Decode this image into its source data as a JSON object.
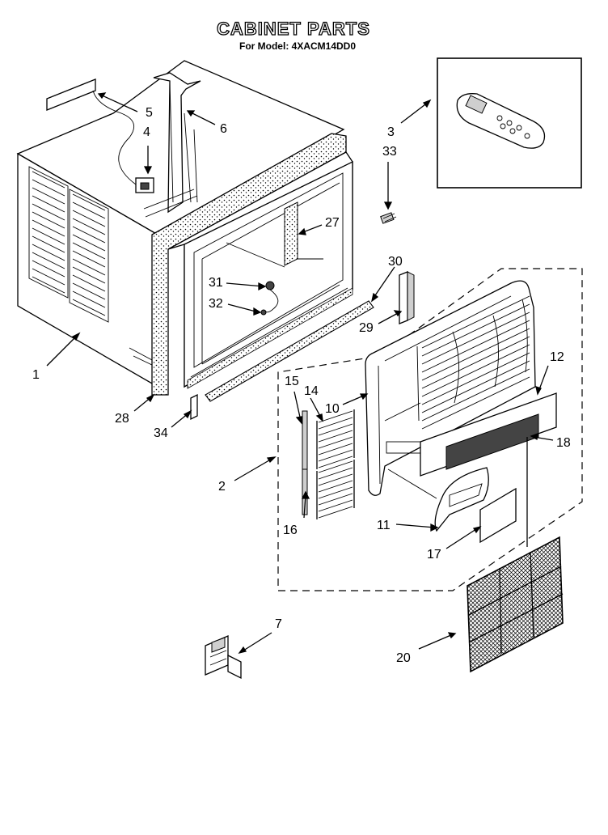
{
  "title": "CABINET PARTS",
  "subtitle": "For Model: 4XACM14DD0",
  "callouts": {
    "c1": "1",
    "c2": "2",
    "c3": "3",
    "c4": "4",
    "c5": "5",
    "c6": "6",
    "c7": "7",
    "c10": "10",
    "c11": "11",
    "c12": "12",
    "c14": "14",
    "c15": "15",
    "c16": "16",
    "c17": "17",
    "c18": "18",
    "c20": "20",
    "c27": "27",
    "c28": "28",
    "c29": "29",
    "c30": "30",
    "c31": "31",
    "c32": "32",
    "c33": "33",
    "c34": "34"
  }
}
